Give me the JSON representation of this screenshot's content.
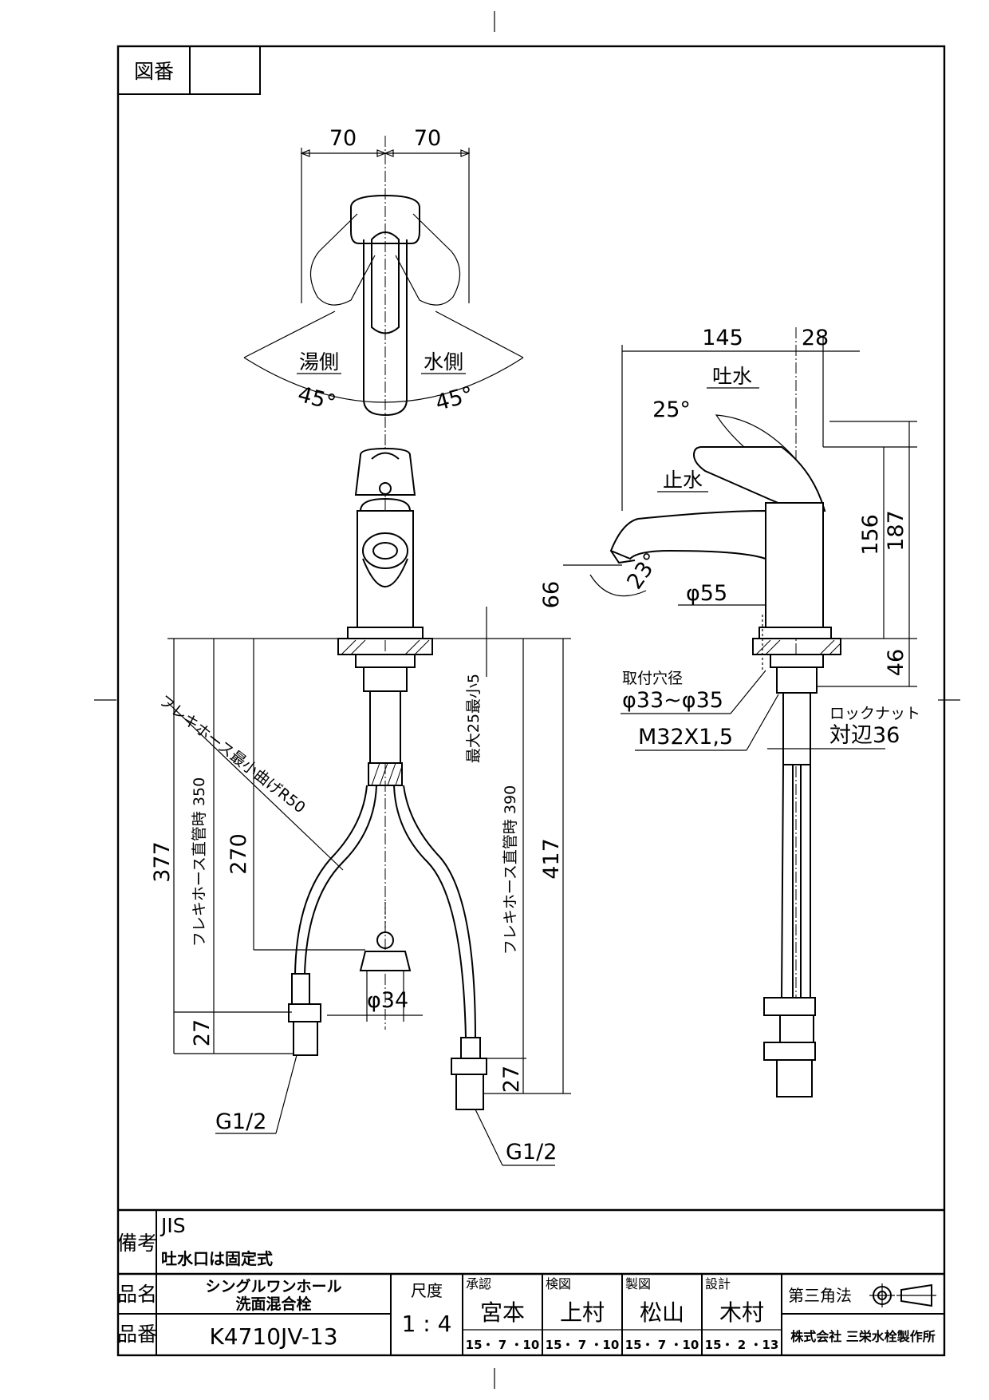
{
  "header": {
    "drawing_no_label": "図番",
    "drawing_no_value": ""
  },
  "top_view": {
    "dim_left": "70",
    "dim_right": "70",
    "hot_side": "湯側",
    "cold_side": "水側",
    "angle_left": "45°",
    "angle_right": "45°"
  },
  "side_view": {
    "dim_145": "145",
    "dim_28": "28",
    "spout_label": "吐水",
    "stop_label": "止水",
    "angle_25": "25°",
    "angle_23": "23°",
    "dim_156": "156",
    "dim_187": "187",
    "dim_66": "66",
    "dim_55": "φ55",
    "dim_46": "46",
    "mount_hole_label": "取付穴径",
    "mount_hole_value": "φ33~φ35",
    "thread": "M32X1,5",
    "locknut_label": "ロックナット",
    "locknut_value": "対辺36"
  },
  "front_view": {
    "hose_bend": "フレキホース最小曲げR50",
    "max25": "最大25最小5",
    "hose_straight_390": "フレキホース直管時 390",
    "hose_straight_350": "フレキホース直管時 350",
    "dim_377": "377",
    "dim_270": "270",
    "dim_417": "417",
    "dim_34": "φ34",
    "dim_27a": "27",
    "dim_27b": "27",
    "g_left": "G1/2",
    "g_right": "G1/2"
  },
  "title_block": {
    "remarks_label": "備考",
    "remark1": "JIS",
    "remark2": "吐水口は固定式",
    "product_name_label": "品名",
    "product_name_1": "シングルワンホール",
    "product_name_2": "洗面混合栓",
    "product_no_label": "品番",
    "product_no": "K4710JV-13",
    "scale_label": "尺度",
    "scale": "1 : 4",
    "approve_label": "承認",
    "approve_name": "宮本",
    "approve_date": "15・ 7 ・10",
    "check_label": "検図",
    "check_name": "上村",
    "check_date": "15・ 7 ・10",
    "draw_label": "製図",
    "draw_name": "松山",
    "draw_date": "15・ 7 ・10",
    "design_label": "設計",
    "design_name": "木村",
    "design_date": "15・ 2 ・13",
    "projection": "第三角法",
    "company": "株式会社 三栄水栓製作所"
  }
}
